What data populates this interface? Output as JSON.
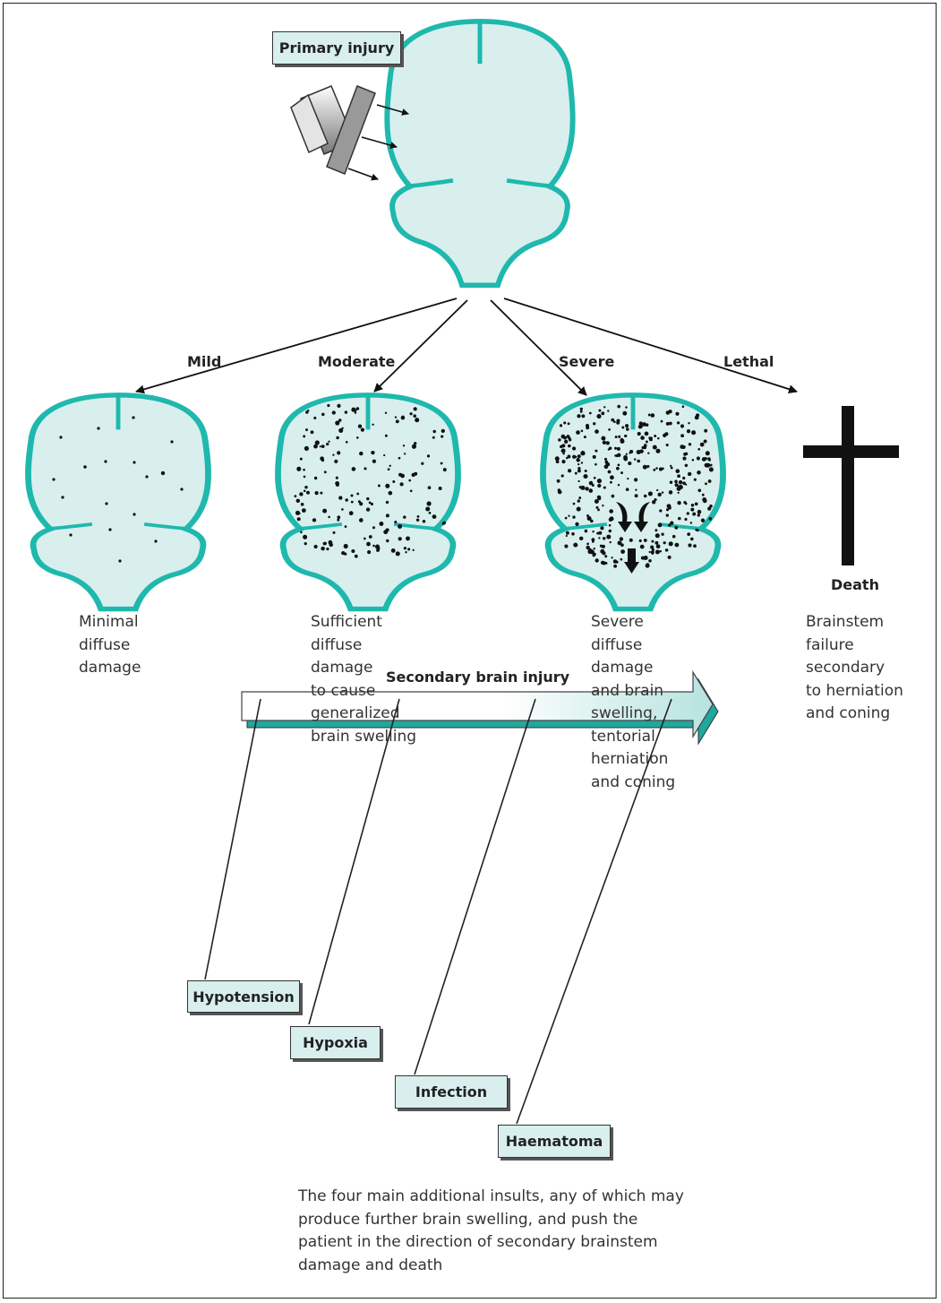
{
  "primary_injury": "Primary injury",
  "branches": {
    "mild": "Mild",
    "moderate": "Moderate",
    "severe": "Severe",
    "lethal": "Lethal"
  },
  "death_label": "Death",
  "descriptions": {
    "mild": [
      "Minimal",
      "diffuse",
      "damage"
    ],
    "moderate": [
      "Sufficient",
      "diffuse",
      "damage",
      "to cause",
      "generalized",
      "brain swelling"
    ],
    "severe": [
      "Severe",
      "diffuse",
      "damage",
      "and brain",
      "swelling,",
      "tentorial",
      "herniation",
      "and coning"
    ],
    "lethal": [
      "Brainstem",
      "failure",
      "secondary",
      "to herniation",
      "and coning"
    ]
  },
  "secondary_injury": "Secondary brain injury",
  "insults": [
    "Hypotension",
    "Hypoxia",
    "Infection",
    "Haematoma"
  ],
  "caption": [
    "The four main additional insults, any of which may",
    "produce further brain swelling, and push the",
    "patient in the direction of secondary brainstem",
    "damage and death"
  ],
  "colors": {
    "brain_outline": "#1fb8ad",
    "brain_fill": "#d8efee",
    "box_fill": "#d8efee"
  }
}
